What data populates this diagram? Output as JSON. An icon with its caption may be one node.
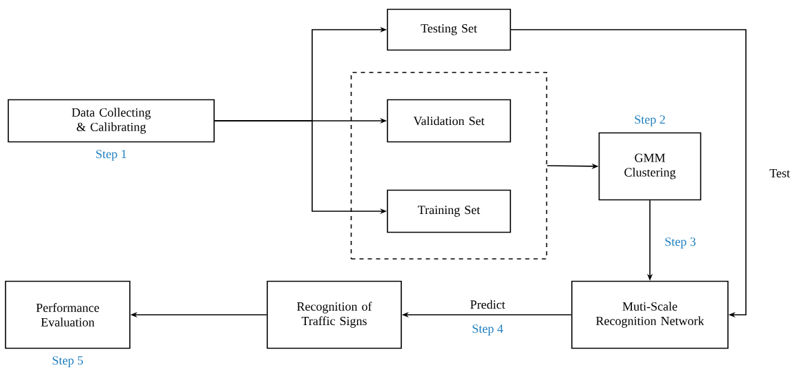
{
  "diagram": {
    "nodes": [
      {
        "text": [
          "Data Collecting & Calibrating"
        ],
        "beside": [
          "Step 1"
        ]
      },
      {
        "text": [
          "Testing Set"
        ]
      },
      {
        "text": [],
        "shape": "box"
      },
      {
        "text": [
          "Validation Set"
        ],
        "in": 2
      },
      {
        "text": [
          "Training Set"
        ],
        "in": 2
      },
      {
        "text": [
          "GMM Clustering"
        ],
        "beside": [
          "Step 2"
        ]
      },
      {
        "text": [
          "Muti-Scale Recognition Network"
        ]
      },
      {
        "text": [
          "Recognition of Traffic Signs"
        ]
      },
      {
        "text": [
          "Performance Evaluation"
        ],
        "beside": [
          "Step 5"
        ]
      }
    ],
    "edges": [
      {
        "from": 0,
        "to": 1,
        "arrow": "to"
      },
      {
        "from": 0,
        "to": 3,
        "arrow": "to"
      },
      {
        "from": 0,
        "to": 4,
        "arrow": "to"
      },
      {
        "from": 2,
        "to": 5,
        "arrow": "to"
      },
      {
        "from": 5,
        "to": 6,
        "arrow": "to"
      },
      {
        "from": 1,
        "to": 6,
        "arrow": "to",
        "label": "Test"
      },
      {
        "from": 6,
        "to": 7,
        "arrow": "to",
        "label": "Predict"
      },
      {
        "from": 7,
        "to": 8,
        "arrow": "to"
      }
    ],
    "labels": [
      "Step 3",
      "Step 4"
    ]
  }
}
